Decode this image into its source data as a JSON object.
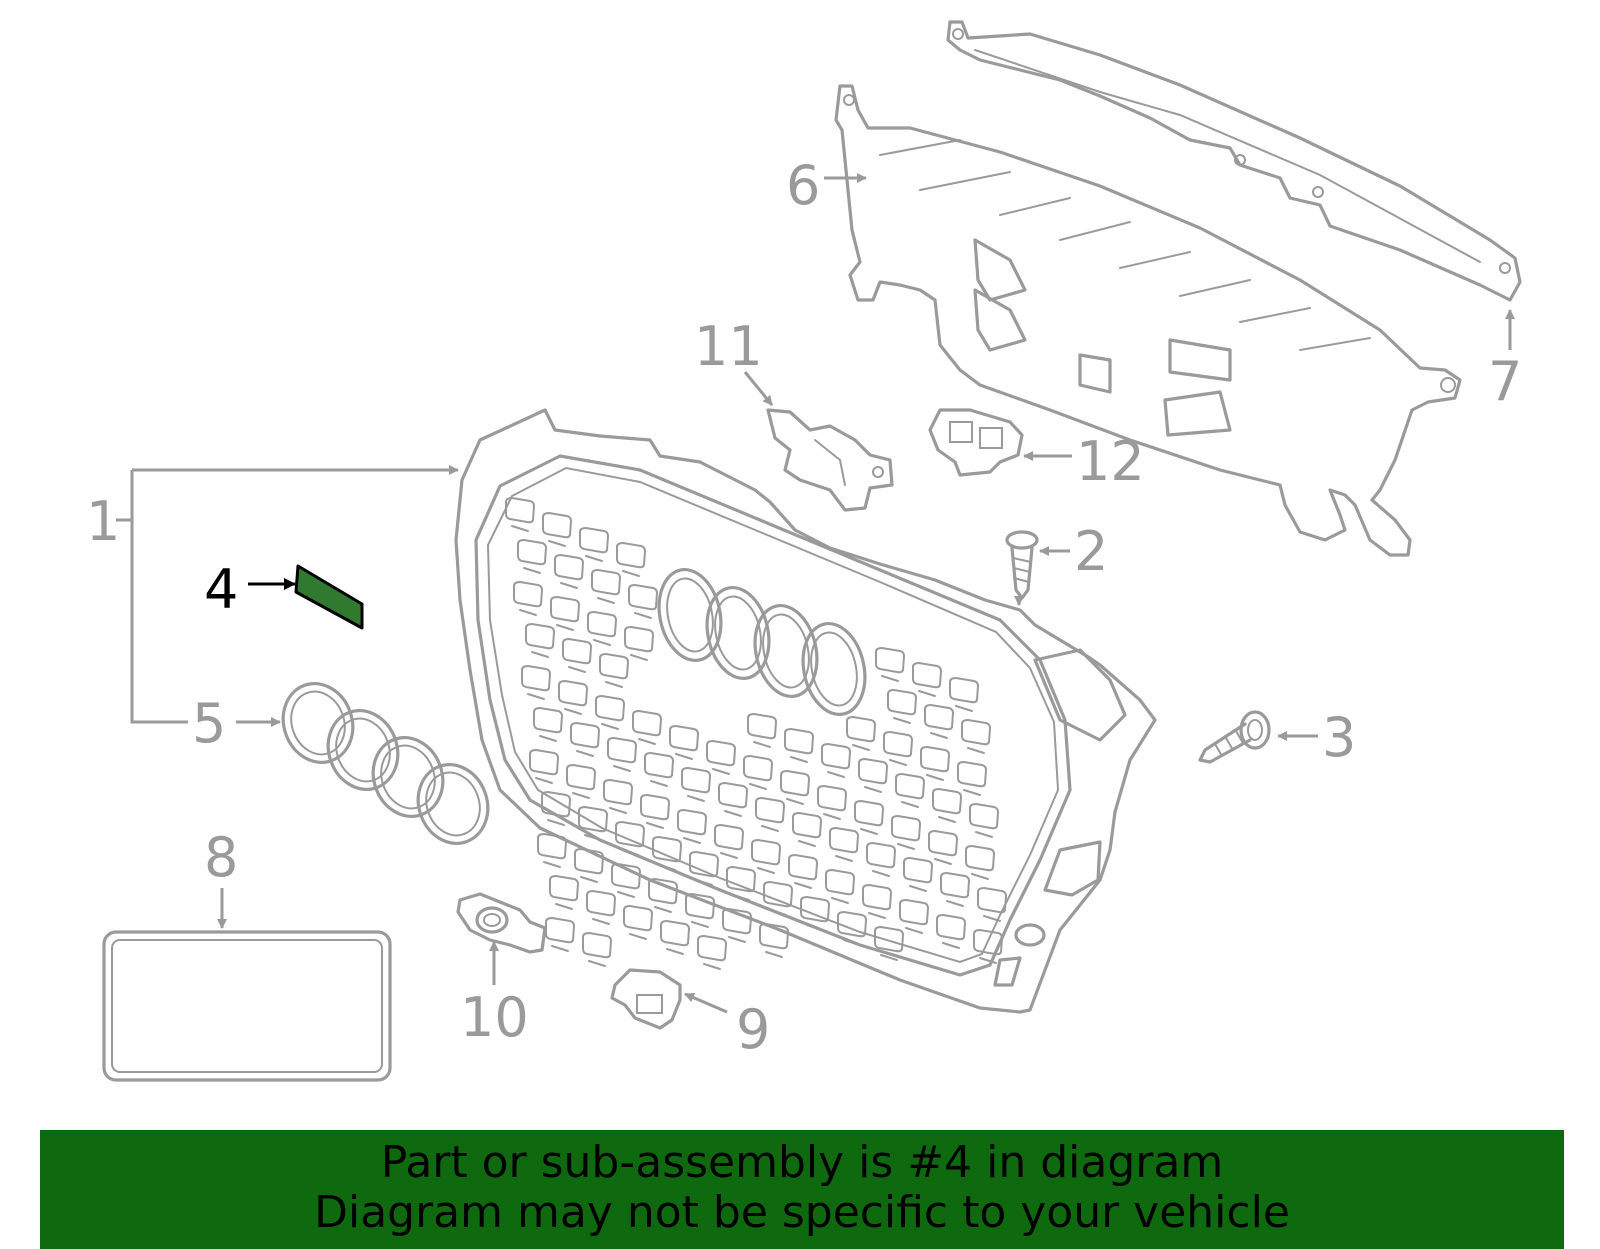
{
  "diagram": {
    "callouts": [
      {
        "id": "1",
        "label": "1"
      },
      {
        "id": "2",
        "label": "2"
      },
      {
        "id": "3",
        "label": "3"
      },
      {
        "id": "4",
        "label": "4",
        "highlighted": true
      },
      {
        "id": "5",
        "label": "5"
      },
      {
        "id": "6",
        "label": "6"
      },
      {
        "id": "7",
        "label": "7"
      },
      {
        "id": "8",
        "label": "8"
      },
      {
        "id": "9",
        "label": "9"
      },
      {
        "id": "10",
        "label": "10"
      },
      {
        "id": "11",
        "label": "11"
      },
      {
        "id": "12",
        "label": "12"
      }
    ],
    "colors": {
      "line": "#9a9a9a",
      "highlight_part": "#0f6a0f",
      "highlight_label": "#000000"
    }
  },
  "banner": {
    "line1": "Part or sub-assembly is #4 in diagram",
    "line2": "Diagram may not be specific to your vehicle",
    "background": "#0f6a0f"
  }
}
